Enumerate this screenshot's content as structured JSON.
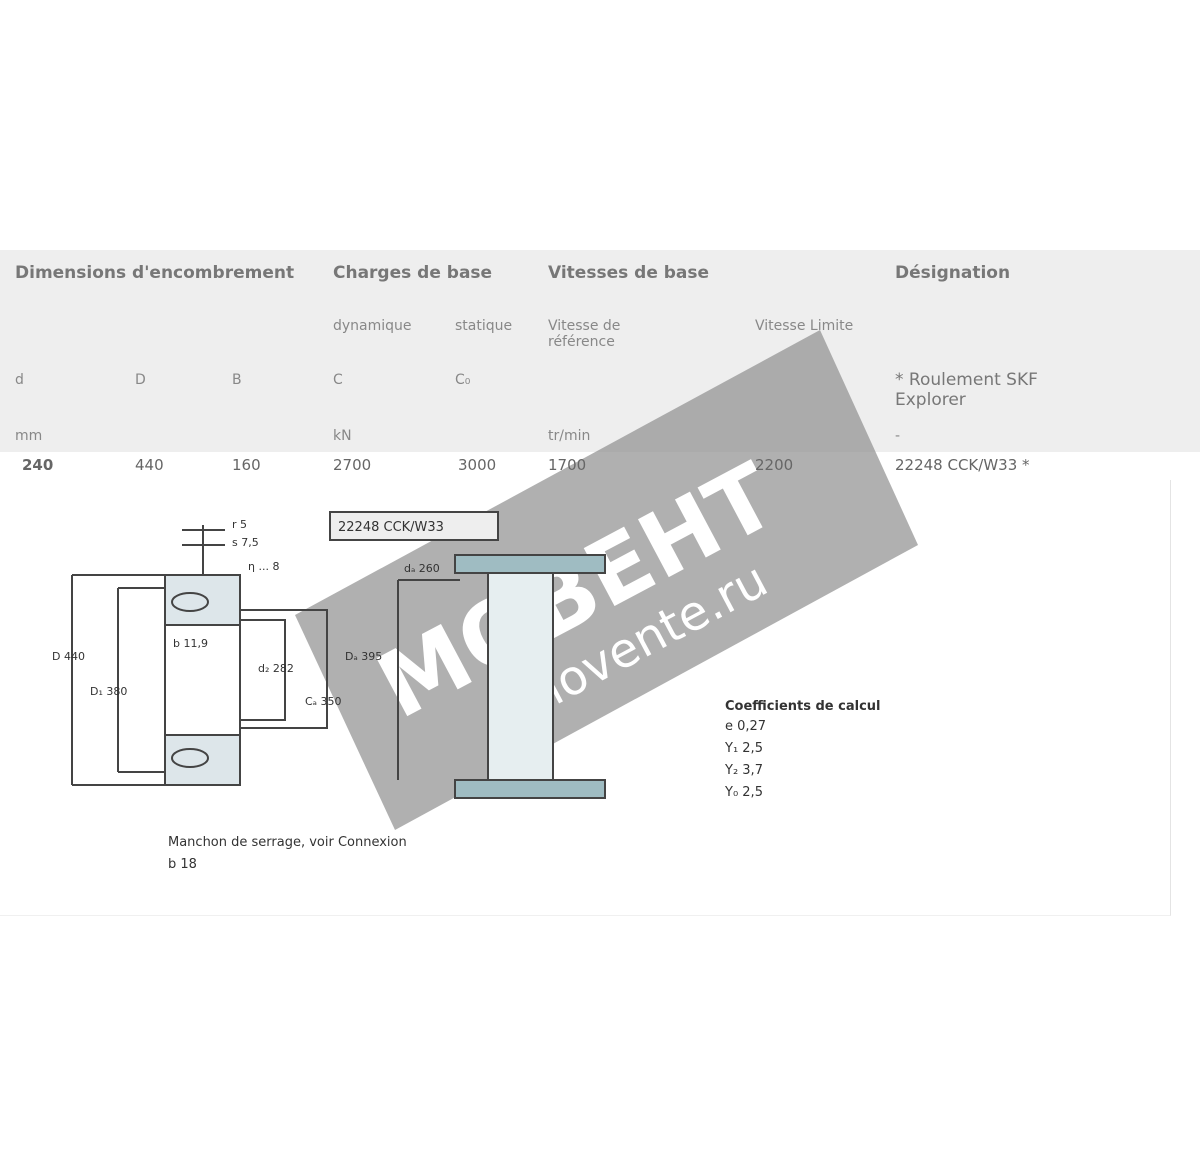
{
  "table": {
    "groups": {
      "dimensions": "Dimensions d'encombrement",
      "charges": "Charges de base",
      "vitesses": "Vitesses de base",
      "designation": "Désignation"
    },
    "subheaders": {
      "dynamique": "dynamique",
      "statique": "statique",
      "vitesse_reference": "Vitesse de référence",
      "vitesse_limite": "Vitesse Limite"
    },
    "symbols": {
      "d": "d",
      "D": "D",
      "B": "B",
      "C": "C",
      "C0": "C₀"
    },
    "explorer_note": "* Roulement SKF Explorer",
    "units": {
      "mm": "mm",
      "kN": "kN",
      "speed": "tr/min",
      "dash": "-"
    },
    "row": {
      "d": "240",
      "D": "440",
      "B": "160",
      "C": "2700",
      "C0": "3000",
      "vref": "1700",
      "vlim": "2200",
      "designation": "22248 CCK/W33 *"
    }
  },
  "drawing": {
    "dims": {
      "r1": "r 5",
      "s": "s 7,5",
      "eta": "η ... 8",
      "D": "D 440",
      "D1": "D₁ 380",
      "d2": "d₂ 282",
      "b": "b 11,9",
      "Ca": "Cₐ 350",
      "da": "dₐ 260",
      "Da": "Dₐ 395"
    },
    "part_label": "22248 CCK/W33",
    "caption": "Manchon de serrage, voir Connexion",
    "caption2": "b  18",
    "coefficients_title": "Coefficients de calcul",
    "coefficients": [
      "e  0,27",
      "Y₁  2,5",
      "Y₂  3,7",
      "Y₀  2,5"
    ]
  },
  "watermark": {
    "brand": "МОВЕНТ",
    "url": "movente.ru"
  }
}
